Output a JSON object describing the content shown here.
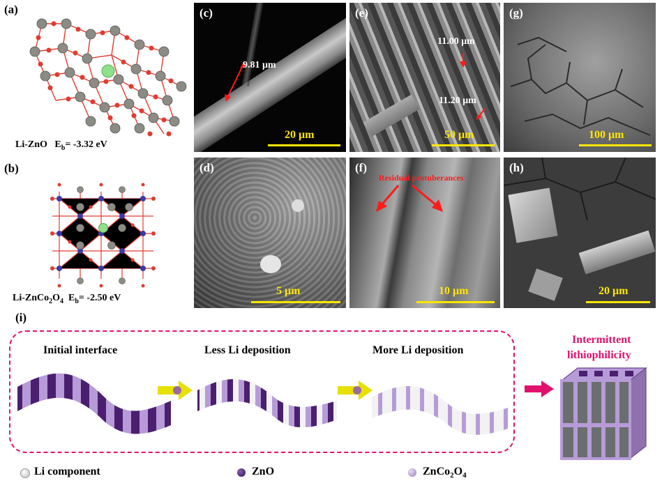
{
  "panels": {
    "a": {
      "label": "(a)",
      "caption_main": "Li-ZnO",
      "caption_e": "E",
      "caption_sub": "b",
      "caption_val": "= -3.32 eV"
    },
    "b": {
      "label": "(b)",
      "caption_main": "Li-ZnCo",
      "caption_sub1": "2",
      "caption_mid": "O",
      "caption_sub2": "4",
      "caption_e": "E",
      "caption_esub": "b",
      "caption_val": "= -2.50 eV"
    },
    "c": {
      "label": "(c)",
      "measure": "9.81 μm",
      "scale": "20 μm"
    },
    "d": {
      "label": "(d)",
      "scale": "5 μm"
    },
    "e": {
      "label": "(e)",
      "measure1": "11.00 μm",
      "measure2": "11.20 μm",
      "scale": "50 μm"
    },
    "f": {
      "label": "(f)",
      "annotation": "Residual protuberances",
      "scale": "10 μm"
    },
    "g": {
      "label": "(g)",
      "scale": "100 μm"
    },
    "h": {
      "label": "(h)",
      "scale": "20 μm"
    },
    "i": {
      "label": "(i)"
    }
  },
  "schematic": {
    "stages": [
      "Initial interface",
      "Less Li deposition",
      "More Li deposition"
    ],
    "result_line1": "Intermittent",
    "result_line2": "lithiophilicity"
  },
  "legend": {
    "li": "Li component",
    "zno": "ZnO",
    "znco_main": "ZnCo",
    "znco_sub1": "2",
    "znco_mid": "O",
    "znco_sub2": "4"
  },
  "colors": {
    "zno": "#4b1f6f",
    "znco2o4": "#b79bd8",
    "li": "#f2f2f2",
    "scalebar": "#ffe600",
    "annotation": "#ff1a1a",
    "frame": "#e0116d",
    "o_atom": "#e03c31",
    "zn_atom": "#8c8c84",
    "co_atom": "#3a3aa6",
    "li_atom": "#8fe08a"
  }
}
